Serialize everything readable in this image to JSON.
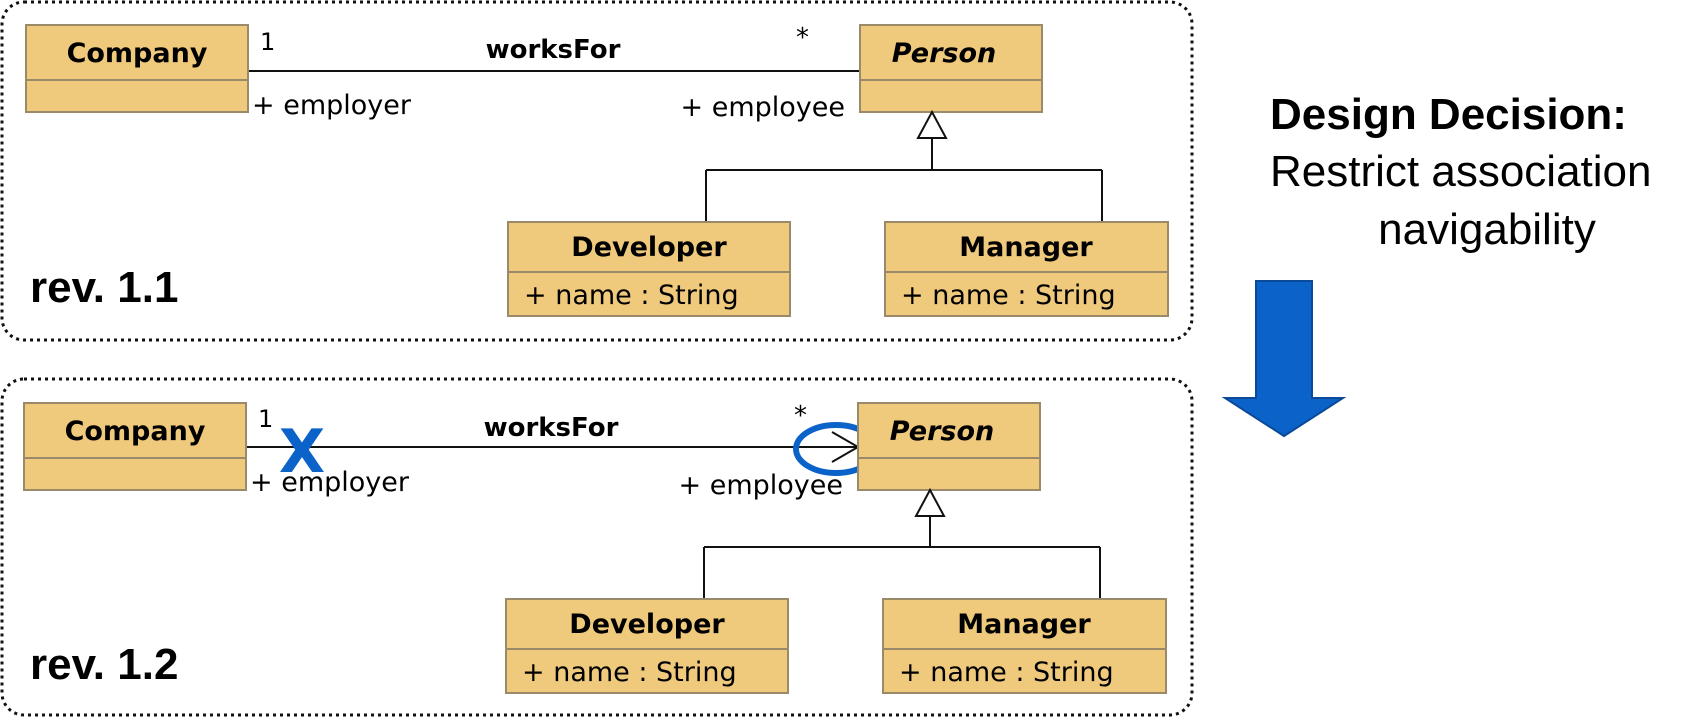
{
  "colors": {
    "class_fill": "#EFC97C",
    "class_stroke": "#9A8A6A",
    "line": "#111111",
    "accent_blue": "#0B63C9",
    "text": "#000000"
  },
  "panels": [
    {
      "rev_label": "rev. 1.1",
      "company_name": "Company",
      "person_name": "Person",
      "association_name": "worksFor",
      "mult_company": "1",
      "mult_person": "*",
      "role_employer": "+ employer",
      "role_employee": "+ employee",
      "developer_name": "Developer",
      "developer_attr": "+ name : String",
      "manager_name": "Manager",
      "manager_attr": "+ name : String",
      "navigable_to_person": false,
      "non_navigable_to_company": false
    },
    {
      "rev_label": "rev. 1.2",
      "company_name": "Company",
      "person_name": "Person",
      "association_name": "worksFor",
      "mult_company": "1",
      "mult_person": "*",
      "role_employer": "+ employer",
      "role_employee": "+ employee",
      "developer_name": "Developer",
      "developer_attr": "+ name : String",
      "manager_name": "Manager",
      "manager_attr": "+ name : String",
      "navigable_to_person": true,
      "non_navigable_to_company": true,
      "x_mark": "X"
    }
  ],
  "side": {
    "title": "Design Decision:",
    "desc_line1": "Restrict association",
    "desc_line2": "navigability"
  },
  "icons": {
    "down_arrow": "down-arrow-icon",
    "x_mark": "non-navigable-x-icon",
    "open_arrowhead": "navigable-arrowhead-icon",
    "highlight_circle": "highlight-ellipse-icon"
  }
}
